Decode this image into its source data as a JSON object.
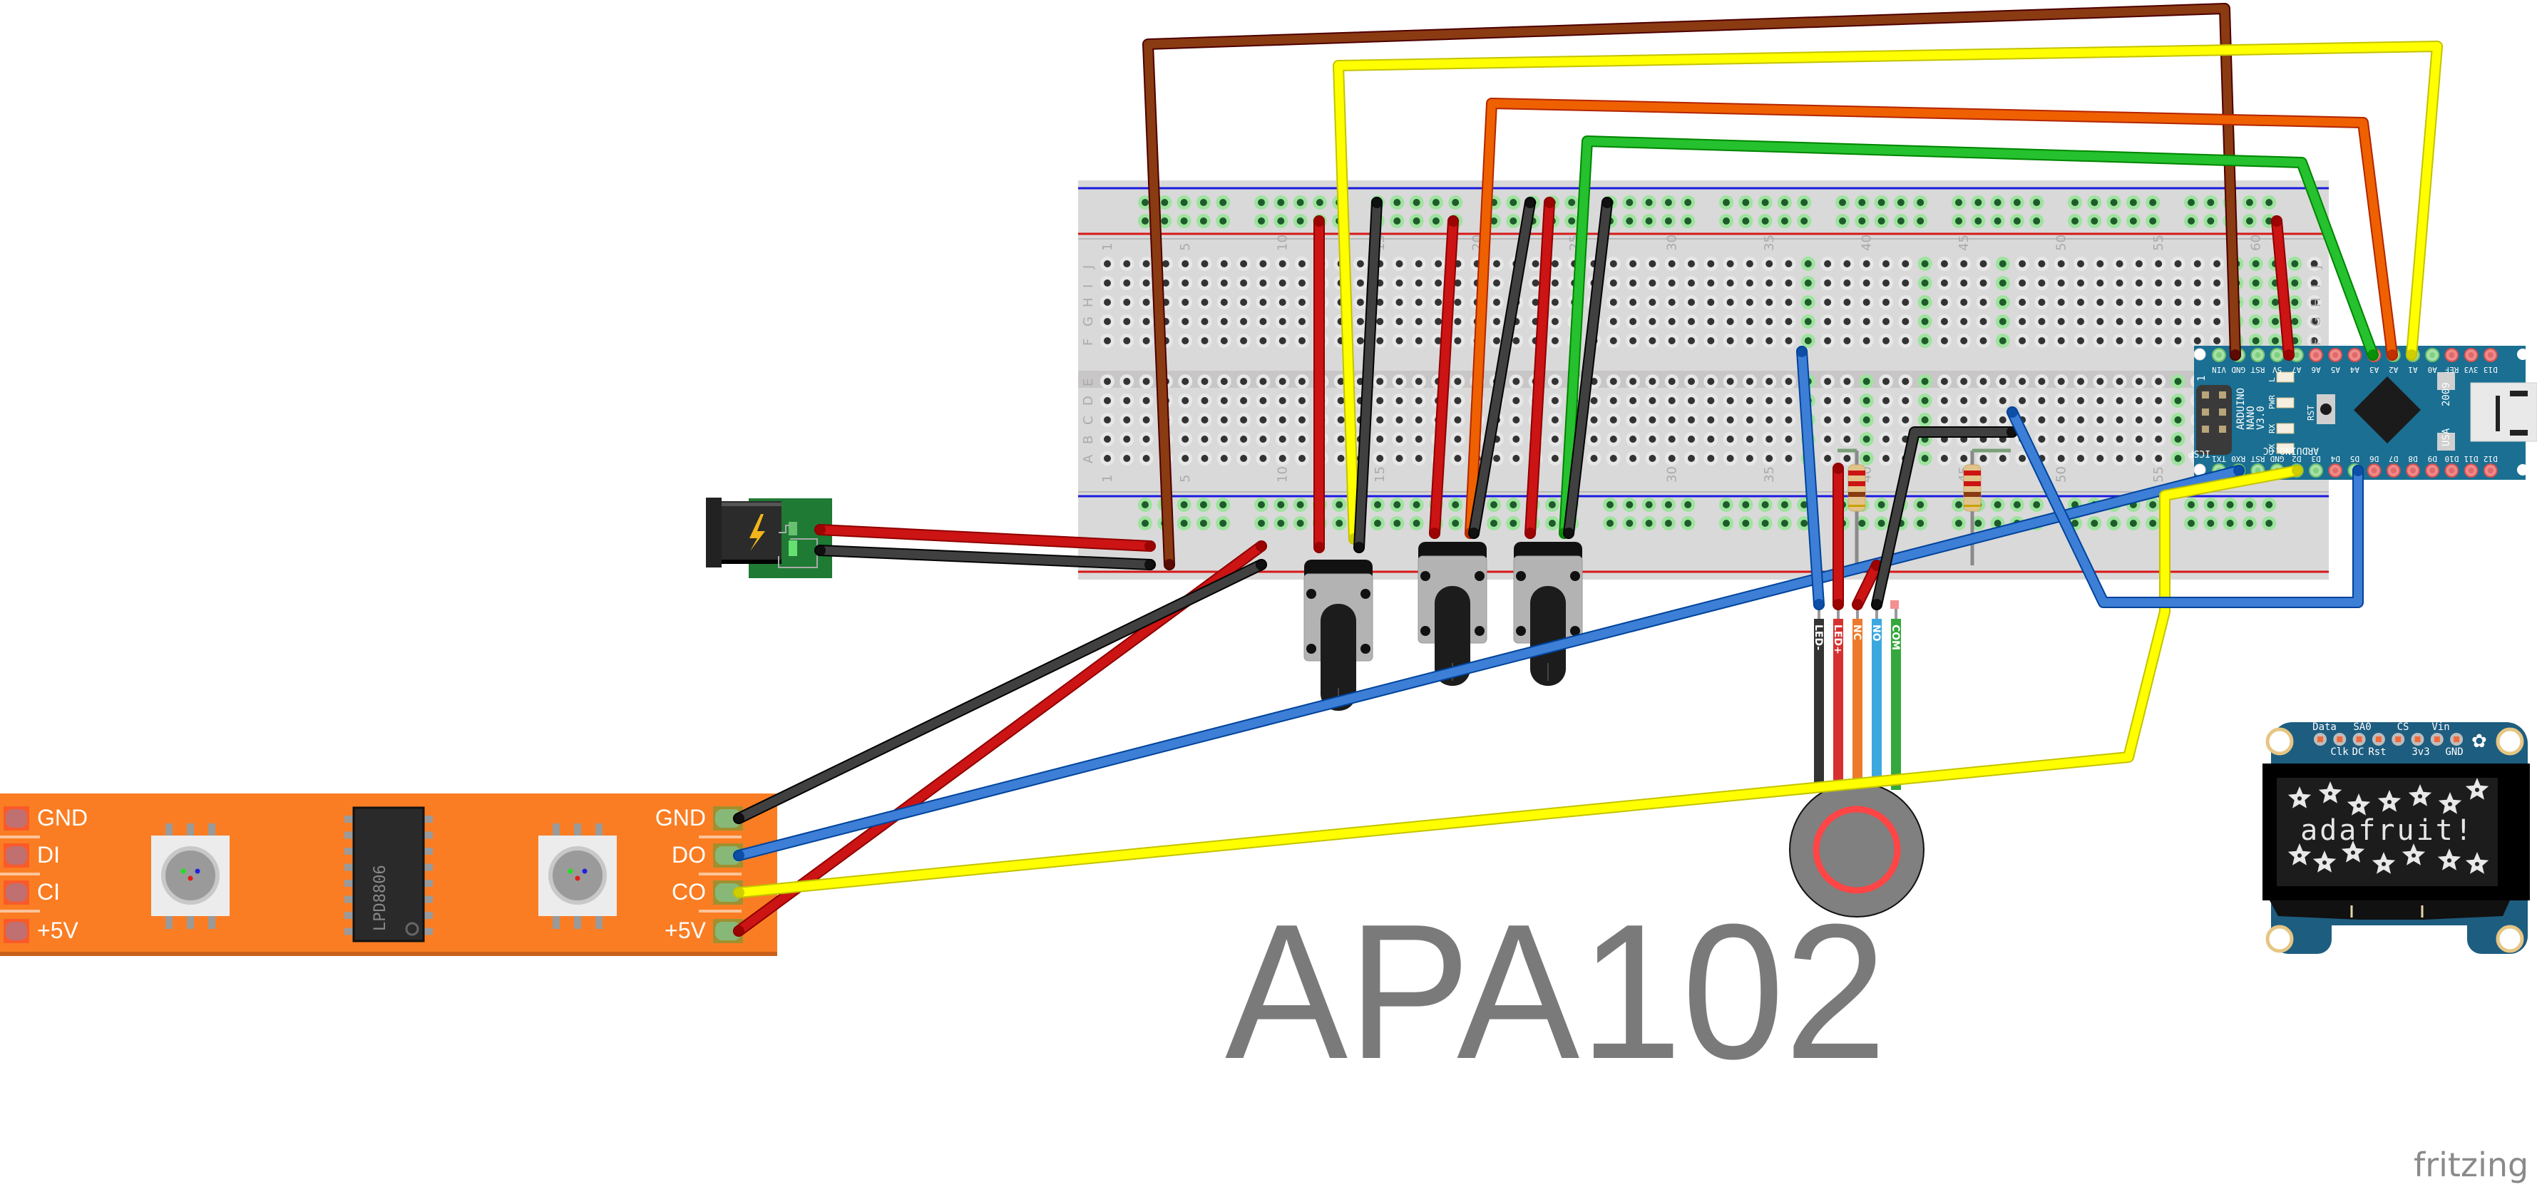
{
  "diagram": {
    "title": "APA102",
    "watermark": "fritzing",
    "colors": {
      "background": "#ffffff",
      "breadboard": "#d9d9d9",
      "led_strip": "#fa7d23",
      "arduino": "#1a6f92",
      "oled_pcb": "#1d5d80",
      "title_text": "#7a7a7a",
      "wire_red": "#cc1414",
      "wire_black": "#404040",
      "wire_brown": "#8a3b12",
      "wire_yellow": "#ffff00",
      "wire_orange": "#ef6100",
      "wire_green": "#25c12f",
      "wire_blue": "#3d7fd6"
    }
  },
  "breadboard": {
    "column_labels": [
      "1",
      "5",
      "10",
      "15",
      "20",
      "25",
      "30",
      "35",
      "40",
      "45",
      "50",
      "55",
      "60"
    ],
    "top_row_labels": [
      "J",
      "I",
      "H",
      "G",
      "F"
    ],
    "bottom_row_labels": [
      "E",
      "D",
      "C",
      "B",
      "A"
    ]
  },
  "led_strip": {
    "name": "APA102 LED strip",
    "left_pads": [
      "GND",
      "DI",
      "CI",
      "+5V"
    ],
    "right_pads": [
      "GND",
      "DO",
      "CO",
      "+5V"
    ],
    "chip_label": "LPD8806"
  },
  "arduino": {
    "name": "Arduino Nano",
    "board_text": [
      "ARDUINO",
      "NANO",
      "V3.0"
    ],
    "site_text": "ARDUINO.CC",
    "icsp_label": "ICSP",
    "icsp_pin1": "1",
    "year": "2009",
    "country": "USA",
    "reset_label": "RST",
    "leds": [
      "L",
      "PWR",
      "RX",
      "TX"
    ],
    "top_pins": [
      "VIN",
      "GND",
      "RST",
      "5V",
      "A7",
      "A6",
      "A5",
      "A4",
      "A3",
      "A2",
      "A1",
      "A0",
      "REF",
      "3V3",
      "D13"
    ],
    "bottom_pins": [
      "TX1",
      "RX0",
      "RST",
      "GND",
      "D2",
      "D3",
      "D4",
      "D5",
      "D6",
      "D7",
      "D8",
      "D9",
      "D10",
      "D11",
      "D12"
    ]
  },
  "oled": {
    "name": "Adafruit OLED",
    "top_labels": [
      "Data",
      "SA0",
      "CS",
      "Vin"
    ],
    "bottom_labels": [
      "Clk",
      "DC",
      "Rst",
      "3v3",
      "GND"
    ],
    "screen_text": "adafruit!"
  },
  "button": {
    "name": "LED pushbutton",
    "leads": [
      "LED-",
      "LED+",
      "NC",
      "NO",
      "COM"
    ]
  },
  "power_jack": {
    "name": "DC barrel jack",
    "icon": "lightning-icon"
  },
  "potentiometers": [
    {
      "name": "potentiometer-1"
    },
    {
      "name": "potentiometer-2"
    },
    {
      "name": "potentiometer-3"
    }
  ],
  "resistors": [
    {
      "name": "resistor-1",
      "bands": [
        "#cc1414",
        "#cc1414",
        "#8a3b12",
        "#c8a200"
      ]
    },
    {
      "name": "resistor-2",
      "bands": [
        "#cc1414",
        "#cc1414",
        "#8a3b12",
        "#c8a200"
      ]
    }
  ]
}
